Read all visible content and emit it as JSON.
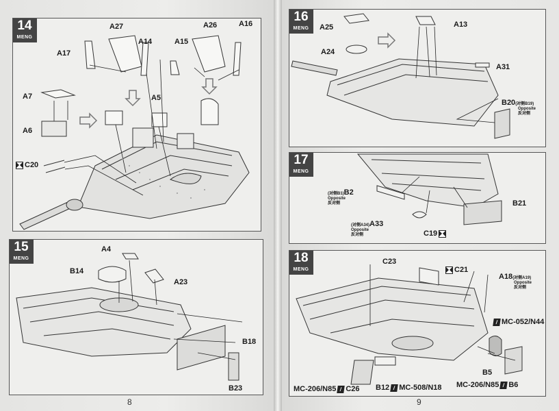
{
  "brand": "MENG",
  "pages": {
    "left": "8",
    "right": "9"
  },
  "steps": {
    "s14": {
      "number": "14",
      "labels": {
        "a27": "A27",
        "a14": "A14",
        "a17": "A17",
        "a26": "A26",
        "a16": "A16",
        "a15": "A15",
        "a7": "A7",
        "a5": "A5",
        "a6": "A6",
        "c20": "C20"
      }
    },
    "s15": {
      "number": "15",
      "labels": {
        "a4": "A4",
        "b14": "B14",
        "a23": "A23",
        "b18": "B18",
        "b23": "B23"
      }
    },
    "s16": {
      "number": "16",
      "labels": {
        "a25": "A25",
        "a13": "A13",
        "a24": "A24",
        "a31": "A31",
        "b20": "B20",
        "b20_note": "(对侧B19)",
        "b20_opp": "Opposite",
        "b20_cn": "反对侧"
      }
    },
    "s17": {
      "number": "17",
      "labels": {
        "b2": "B2",
        "b2_note": "(对侧B1)",
        "b2_opp": "Opposite",
        "b2_cn": "反对侧",
        "a33": "A33",
        "a33_note": "(对侧A34)",
        "a33_opp": "Opposite",
        "a33_cn": "反对侧",
        "c19": "C19",
        "b21": "B21"
      }
    },
    "s18": {
      "number": "18",
      "labels": {
        "c23": "C23",
        "c21": "C21",
        "a18": "A18",
        "a18_note": "(对侧A19)",
        "a18_opp": "Opposite",
        "a18_cn": "反对侧",
        "mc052": "MC-052/N44",
        "b5": "B5",
        "mc206a": "MC-206/N85",
        "c26": "C26",
        "b12": "B12",
        "mc508": "MC-508/N18",
        "mc206b": "MC-206/N85",
        "b6": "B6"
      }
    }
  }
}
